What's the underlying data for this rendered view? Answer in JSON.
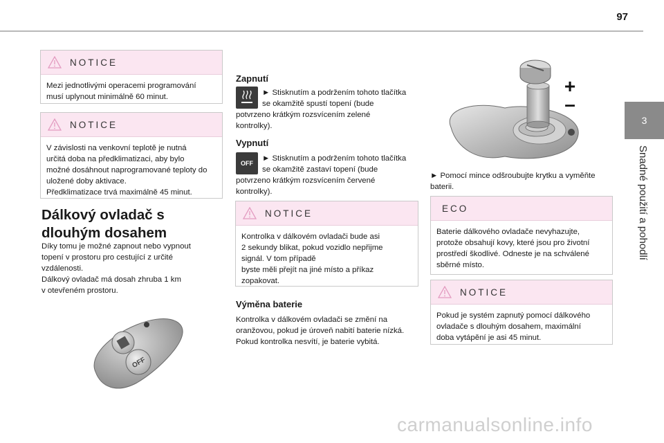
{
  "header": {
    "page_number": "97"
  },
  "side_tab": {
    "chapter": "3",
    "title": "Snadné použití a pohodlí"
  },
  "notice_label": "NOTICE",
  "eco_label": "ECO",
  "col1": {
    "notice1_text": "Mezi jednotlivými operacemi programování musí uplynout minimálně 60 minut.",
    "notice2_text": "V závislosti na venkovní teplotě je nutná\nurčitá doba na předklimatizaci, aby bylo\nmožné dosáhnout naprogramované teploty do\nuložené doby aktivace.\nPředklimatizace trvá maximálně 45 minut.",
    "heading": "Dálkový ovladač s dlouhým dosahem",
    "intro": "Díky tomu je možné zapnout nebo vypnout\ntopení v prostoru pro cestující z určité\nvzdálenosti.\nDálkový ovladač má dosah zhruba 1 km\nv otevřeném prostoru.",
    "remote_off_label": "OFF"
  },
  "col2": {
    "on_heading": "Zapnutí",
    "on_text_a": "► Stisknutím a podržením tohoto tlačítka\nse okamžitě spustí topení (bude",
    "on_text_b": "potvrzeno krátkým rozsvícením zelené\nkontrolky).",
    "off_heading": "Vypnutí",
    "off_icon_label": "OFF",
    "off_text_a": "► Stisknutím a podržením tohoto tlačítka\nse okamžitě zastaví topení (bude",
    "off_text_b": "potvrzeno krátkým rozsvícením červené\nkontrolky).",
    "notice_text": "Kontrolka v dálkovém ovladači bude asi\n2 sekundy blikat, pokud vozidlo nepřijme\nsignál. V tom případě\nbyste měli přejít na jiné místo a příkaz\nzopakovat.",
    "battery_heading": "Výměna baterie",
    "battery_text": "Kontrolka v dálkovém ovladači se změní na\noranžovou, pokud je úroveň nabití baterie nízká.\nPokud kontrolka nesvítí, je baterie vybitá."
  },
  "col3": {
    "plus": "+",
    "minus": "–",
    "instruction": "► Pomocí mince odšroubujte krytku a vyměňte\nbaterii.",
    "eco_text": "Baterie dálkového ovladače nevyhazujte,\nprotože obsahují kovy, které jsou pro životní\nprostředí škodlivé. Odneste je na schválené\nsběrné místo.",
    "notice_text": "Pokud je systém zapnutý pomocí dálkového\novladače s dlouhým dosahem, maximální\ndoba vytápění je asi 45 minut."
  },
  "watermark": "carmanualsonline.info"
}
